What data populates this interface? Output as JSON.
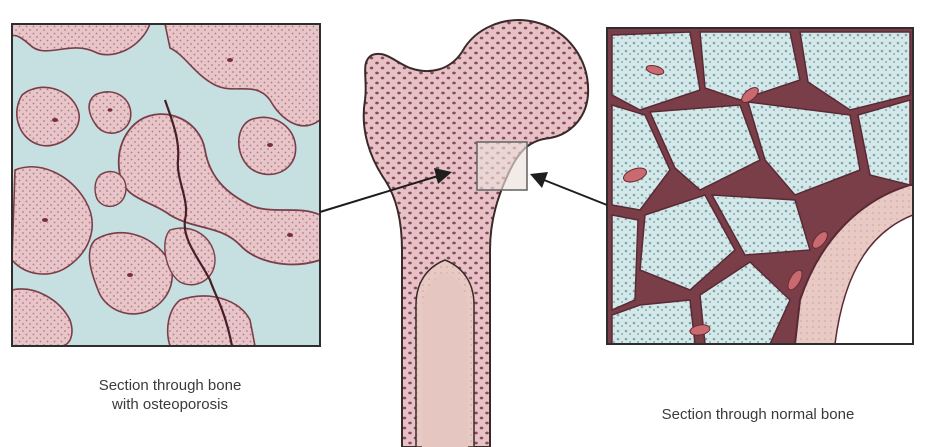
{
  "captions": {
    "left_line1": "Section through bone",
    "left_line2": "with osteoporosis",
    "right": "Section through normal bone"
  },
  "colors": {
    "bone_pink": "#e4bcc0",
    "bone_dark": "#9a5a68",
    "marrow_blue": "#c8e0e2",
    "vessel_red": "#c86a70",
    "outline": "#3a2a2a"
  },
  "panels": {
    "left_label": "osteoporosis-section",
    "center_label": "femur",
    "right_label": "normal-bone-section"
  }
}
